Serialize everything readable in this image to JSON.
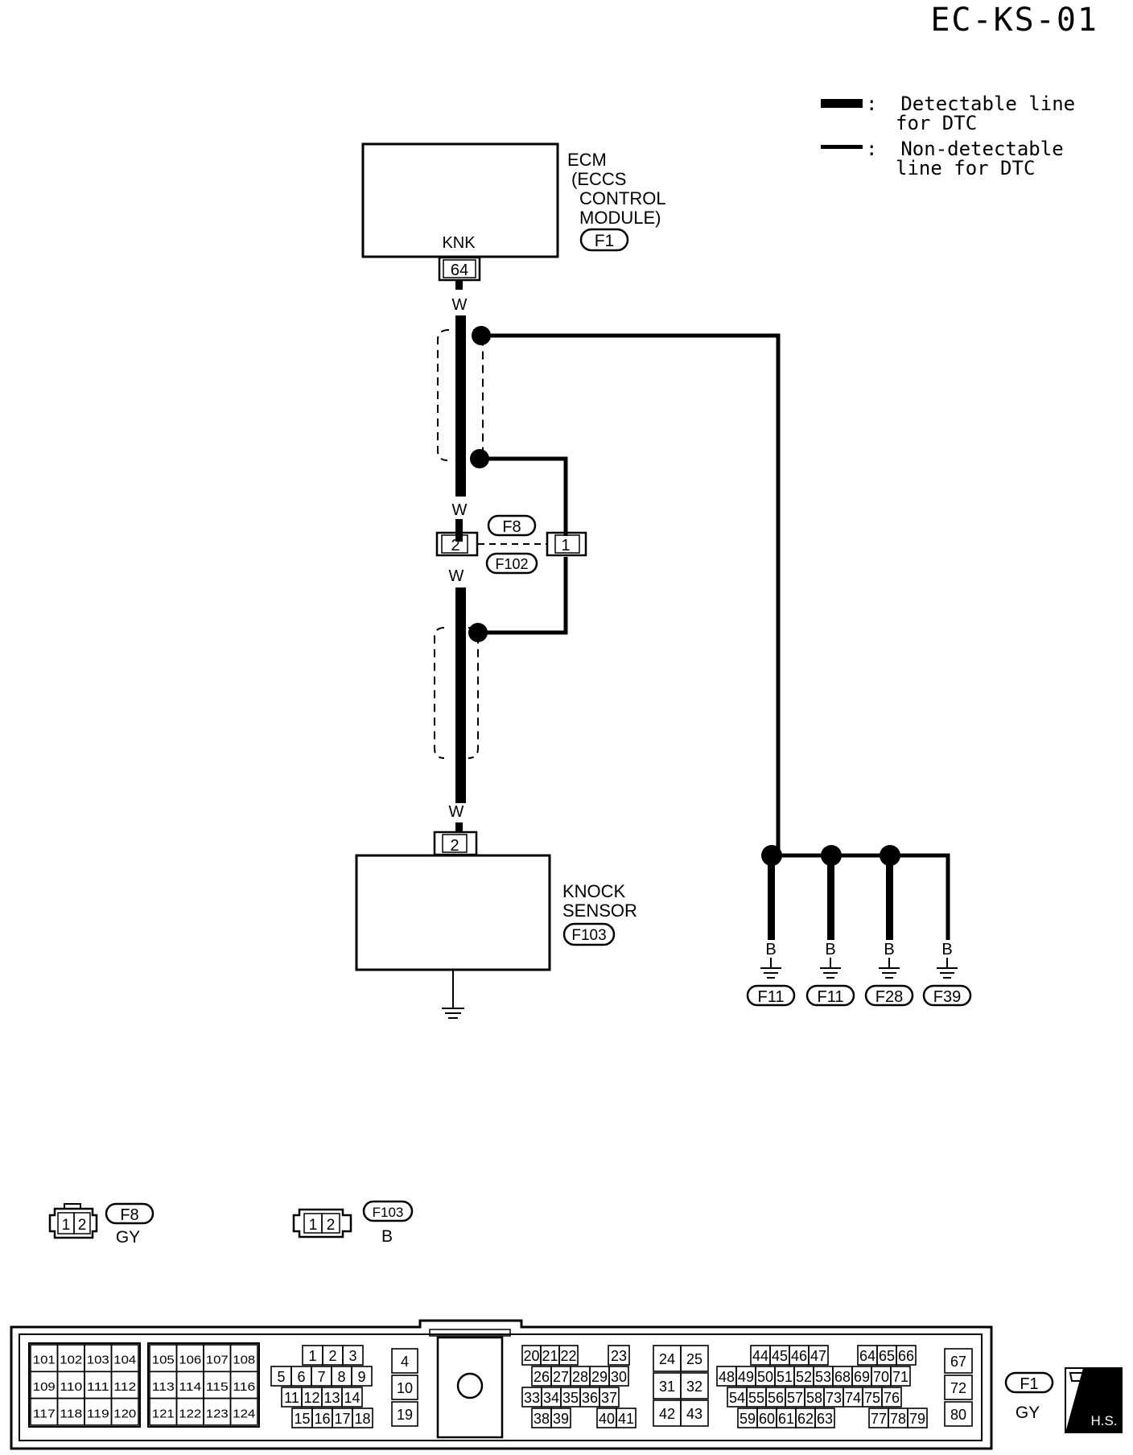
{
  "page_id": "EC-KS-01",
  "legend": {
    "detectable_line1": ":  Detectable line",
    "detectable_line2": "for DTC",
    "non_detectable_line1": ":  Non-detectable",
    "non_detectable_line2": "line for DTC"
  },
  "ecm": {
    "name_lines": [
      "ECM",
      "(ECCS",
      "CONTROL",
      "MODULE)"
    ],
    "connector": "F1",
    "terminal_label": "KNK",
    "terminal_number": "64"
  },
  "wire_color": "W",
  "intermediate_connector": {
    "top_label": "F8",
    "bottom_label": "F102",
    "left_pin": "2",
    "right_pin": "1"
  },
  "knock_sensor": {
    "name_lines": [
      "KNOCK",
      "SENSOR"
    ],
    "connector": "F103",
    "terminal_number": "2"
  },
  "grounds": {
    "wire_color": "B",
    "labels": [
      "F11",
      "F11",
      "F28",
      "F39"
    ]
  },
  "connector_views": {
    "f8": {
      "pins": [
        "1",
        "2"
      ],
      "label": "F8",
      "color": "GY"
    },
    "f103": {
      "pins": [
        "1",
        "2"
      ],
      "label": "F103",
      "color": "B"
    },
    "f1": {
      "label": "F1",
      "color": "GY",
      "badge": "H.S."
    }
  },
  "ecm_connector": {
    "block1": [
      [
        "101",
        "102",
        "103",
        "104"
      ],
      [
        "109",
        "110",
        "111",
        "112"
      ],
      [
        "117",
        "118",
        "119",
        "120"
      ]
    ],
    "block2": [
      [
        "105",
        "106",
        "107",
        "108"
      ],
      [
        "113",
        "114",
        "115",
        "116"
      ],
      [
        "121",
        "122",
        "123",
        "124"
      ]
    ],
    "block3": [
      [
        "1",
        "2",
        "3"
      ],
      [
        "5",
        "6",
        "7",
        "8",
        "9"
      ],
      [
        "11",
        "12",
        "13",
        "14"
      ],
      [
        "15",
        "16",
        "17",
        "18"
      ]
    ],
    "block4": [
      "4",
      "10",
      "19"
    ],
    "block5": [
      [
        "20",
        "21",
        "22",
        "23"
      ],
      [
        "26",
        "27",
        "28",
        "29",
        "30"
      ],
      [
        "33",
        "34",
        "35",
        "36",
        "37"
      ],
      [
        "38",
        "39",
        "40",
        "41"
      ]
    ],
    "block6": [
      [
        "24",
        "25"
      ],
      [
        "31",
        "32"
      ],
      [
        "42",
        "43"
      ]
    ],
    "block7": [
      [
        "44",
        "45",
        "46",
        "47",
        "64",
        "65",
        "66"
      ],
      [
        "48",
        "49",
        "50",
        "51",
        "52",
        "53",
        "68",
        "69",
        "70",
        "71"
      ],
      [
        "54",
        "55",
        "56",
        "57",
        "58",
        "73",
        "74",
        "75",
        "76"
      ],
      [
        "59",
        "60",
        "61",
        "62",
        "63",
        "77",
        "78",
        "79"
      ]
    ],
    "block8": [
      "67",
      "72",
      "80"
    ]
  }
}
